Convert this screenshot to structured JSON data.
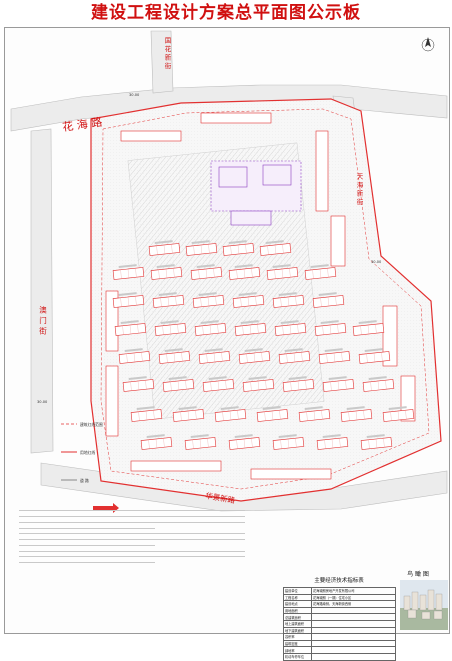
{
  "title": "建设工程设计方案总平面图公示板",
  "roads": {
    "north": "花 海 路",
    "west_top": "国花新街",
    "east": "天海新街",
    "west": "澳门街",
    "south": "华景新路"
  },
  "legend_items": [
    "建筑红线范围",
    "用地红线",
    "道 路"
  ],
  "dimension_labels": [
    "30.00",
    "30.00",
    "30.00"
  ],
  "econ_table": {
    "title": "主要经济技术指标表",
    "rows": [
      [
        "建设单位",
        "花海城朗房地产开发有限公司"
      ],
      [
        "工程名称",
        "花海城朗（一期）住宅小区"
      ],
      [
        "建设地点",
        "花海路南侧，天海新街西侧"
      ],
      [
        "用地面积",
        ""
      ],
      [
        "总建筑面积",
        ""
      ],
      [
        "地上建筑面积",
        ""
      ],
      [
        "地下建筑面积",
        ""
      ],
      [
        "容积率",
        ""
      ],
      [
        "建筑密度",
        ""
      ],
      [
        "绿地率",
        ""
      ],
      [
        "机动车停车位",
        ""
      ]
    ]
  },
  "birdseye_label": "鸟 瞰 图"
}
